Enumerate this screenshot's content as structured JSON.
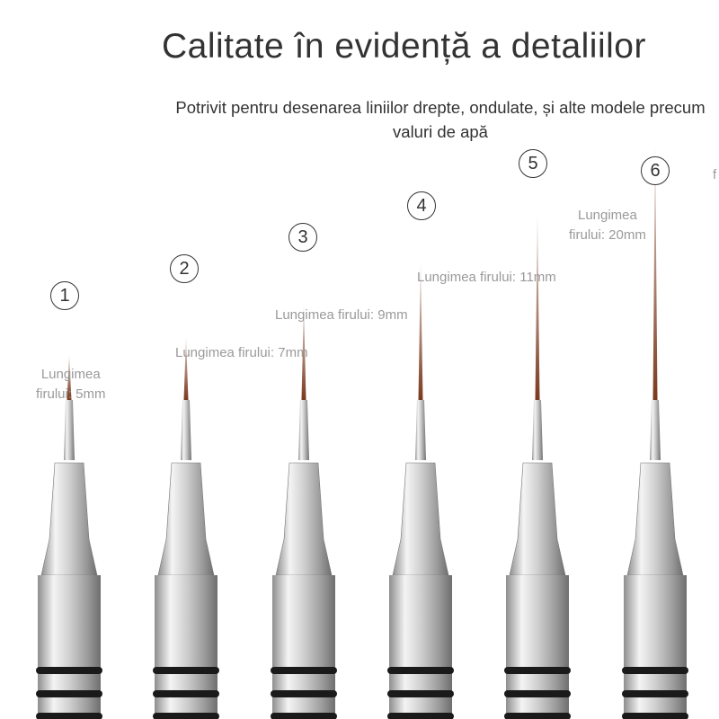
{
  "title": "Calitate în evidență a detaliilor",
  "subtitle": "Potrivit pentru desenarea liniilor drepte, ondulate, și alte modele precum valuri de apă",
  "brushes": [
    {
      "number": "1",
      "label_line1": "Lungimea",
      "label_line2": "firului: 5mm",
      "bristle_mm": 5
    },
    {
      "number": "2",
      "label_line1": "Lungimea firului: 7mm",
      "label_line2": "",
      "bristle_mm": 7
    },
    {
      "number": "3",
      "label_line1": "Lungimea firului: 9mm",
      "label_line2": "",
      "bristle_mm": 9
    },
    {
      "number": "4",
      "label_line1": "Lungimea firului: 11mm",
      "label_line2": "",
      "bristle_mm": 11
    },
    {
      "number": "5",
      "label_line1": "Lungimea",
      "label_line2": "firului: 20mm",
      "bristle_mm": 20
    },
    {
      "number": "6",
      "label_line1": "",
      "label_line2": "",
      "bristle_mm": null
    }
  ],
  "edge_fragment": "f",
  "colors": {
    "bristle": "#7a3a1e",
    "metal": "#c9c9c9",
    "ring": "#1a1a1a"
  }
}
